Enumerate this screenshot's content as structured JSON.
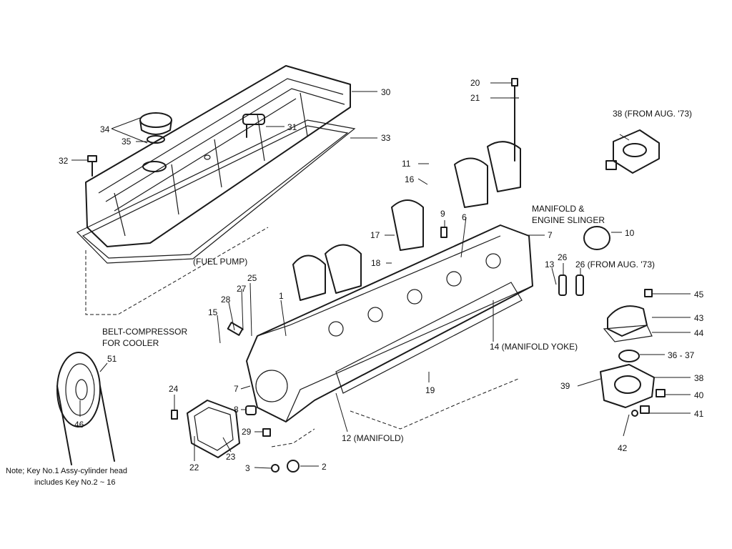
{
  "labels": {
    "k1": "1",
    "k2": "2",
    "k3": "3",
    "k6": "6",
    "k7a": "7",
    "k7b": "7",
    "k8": "8",
    "k9": "9",
    "k10": "10",
    "k11": "11",
    "k12": "12 (MANIFOLD)",
    "k13": "13",
    "k14": "14 (MANIFOLD YOKE)",
    "k15": "15",
    "k16": "16",
    "k17": "17",
    "k18": "18",
    "k19": "19",
    "k20": "20",
    "k21": "21",
    "k22": "22",
    "k23": "23",
    "k24": "24",
    "k25": "25",
    "k26a": "26",
    "k26b": "26 (FROM AUG. '73)",
    "k27": "27",
    "k28": "28",
    "k29": "29",
    "k30": "30",
    "k31": "31",
    "k32": "32",
    "k33": "33",
    "k34": "34",
    "k35": "35",
    "k36": "36 - 37",
    "k38a": "38 (FROM AUG. '73)",
    "k38b": "38",
    "k39": "39",
    "k40": "40",
    "k41": "41",
    "k42": "42",
    "k43": "43",
    "k44": "44",
    "k45": "45",
    "k46": "46",
    "k51": "51"
  },
  "callouts": {
    "slinger_line1": "MANIFOLD &",
    "slinger_line2": "ENGINE SLINGER",
    "fuel_pump": "(FUEL PUMP)",
    "belt_line1": "BELT-COMPRESSOR",
    "belt_line2": "FOR COOLER"
  },
  "note": {
    "line1": "Note; Key No.1 Assy-cylinder head",
    "line2": "includes Key No.2 ~ 16"
  }
}
